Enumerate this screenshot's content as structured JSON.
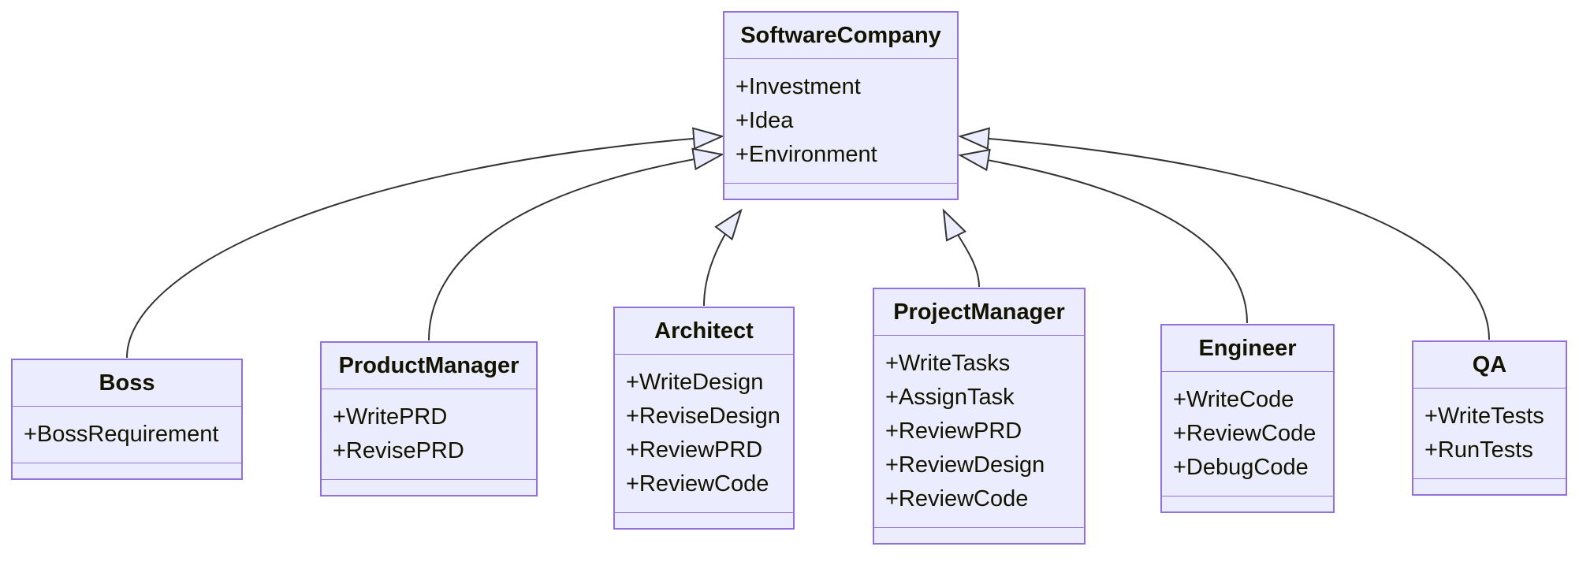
{
  "diagram_type": "uml-class-diagram",
  "colors": {
    "background": "#ffffff",
    "box_fill": "#ececff",
    "box_border": "#9370db",
    "edge_stroke": "#333333",
    "text": "#131300"
  },
  "classes": [
    {
      "name": "SoftwareCompany",
      "members": [
        "+Investment",
        "+Idea",
        "+Environment"
      ],
      "methods": []
    },
    {
      "name": "Boss",
      "members": [
        "+BossRequirement"
      ],
      "methods": []
    },
    {
      "name": "ProductManager",
      "members": [
        "+WritePRD",
        "+RevisePRD"
      ],
      "methods": []
    },
    {
      "name": "Architect",
      "members": [
        "+WriteDesign",
        "+ReviseDesign",
        "+ReviewPRD",
        "+ReviewCode"
      ],
      "methods": []
    },
    {
      "name": "ProjectManager",
      "members": [
        "+WriteTasks",
        "+AssignTask",
        "+ReviewPRD",
        "+ReviewDesign",
        "+ReviewCode"
      ],
      "methods": []
    },
    {
      "name": "Engineer",
      "members": [
        "+WriteCode",
        "+ReviewCode",
        "+DebugCode"
      ],
      "methods": []
    },
    {
      "name": "QA",
      "members": [
        "+WriteTests",
        "+RunTests"
      ],
      "methods": []
    }
  ],
  "relations": [
    {
      "from": "Boss",
      "to": "SoftwareCompany",
      "type": "inheritance"
    },
    {
      "from": "ProductManager",
      "to": "SoftwareCompany",
      "type": "inheritance"
    },
    {
      "from": "Architect",
      "to": "SoftwareCompany",
      "type": "inheritance"
    },
    {
      "from": "ProjectManager",
      "to": "SoftwareCompany",
      "type": "inheritance"
    },
    {
      "from": "Engineer",
      "to": "SoftwareCompany",
      "type": "inheritance"
    },
    {
      "from": "QA",
      "to": "SoftwareCompany",
      "type": "inheritance"
    }
  ]
}
